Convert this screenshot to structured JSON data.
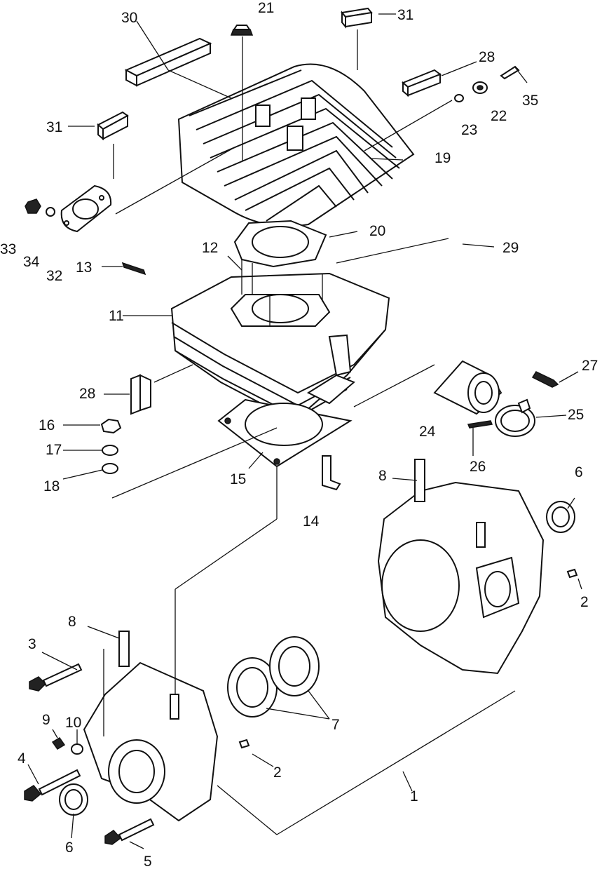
{
  "diagram": {
    "callouts": {
      "c1": "1",
      "c2a": "2",
      "c2b": "2",
      "c3": "3",
      "c4": "4",
      "c5": "5",
      "c6a": "6",
      "c6b": "6",
      "c7": "7",
      "c8a": "8",
      "c8b": "8",
      "c9": "9",
      "c10": "10",
      "c11": "11",
      "c12": "12",
      "c13": "13",
      "c14": "14",
      "c15": "15",
      "c16": "16",
      "c17": "17",
      "c18": "18",
      "c19": "19",
      "c20": "20",
      "c21": "21",
      "c22": "22",
      "c23": "23",
      "c24": "24",
      "c25": "25",
      "c26": "26",
      "c27": "27",
      "c28a": "28",
      "c28b": "28",
      "c29": "29",
      "c30": "30",
      "c31a": "31",
      "c31b": "31",
      "c32": "32",
      "c33": "33",
      "c34": "34",
      "c35": "35"
    }
  }
}
